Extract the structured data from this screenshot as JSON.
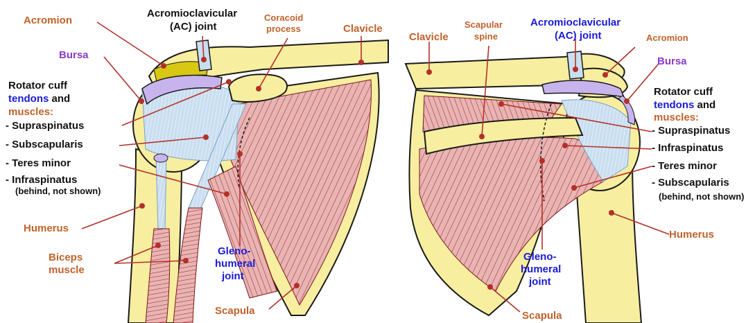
{
  "left_view": {
    "acromion": "Acromion",
    "ac_joint_line1": "Acromioclavicular",
    "ac_joint_line2": "(AC) joint",
    "coracoid_line1": "Coracoid",
    "coracoid_line2": "process",
    "clavicle": "Clavicle",
    "bursa": "Bursa",
    "rotator_line1": "Rotator cuff",
    "rotator_tendons": "tendons",
    "rotator_and": " and",
    "rotator_muscles": "muscles:",
    "supraspinatus": "- Supraspinatus",
    "subscapularis": "- Subscapularis",
    "teres_minor": "- Teres minor",
    "infraspinatus": "- Infraspinatus",
    "infra_note": "(behind, not shown)",
    "humerus": "Humerus",
    "biceps_line1": "Biceps",
    "biceps_line2": "muscle",
    "gleno_line1": "Gleno-",
    "gleno_line2": "humeral",
    "gleno_line3": "joint",
    "scapula": "Scapula"
  },
  "right_view": {
    "clavicle": "Clavicle",
    "spine_line1": "Scapular",
    "spine_line2": "spine",
    "ac_joint_line1": "Acromioclavicular",
    "ac_joint_line2": "(AC) joint",
    "acromion": "Acromion",
    "bursa": "Bursa",
    "rotator_line1": "Rotator cuff",
    "rotator_tendons": "tendons",
    "rotator_and": " and",
    "rotator_muscles": "muscles:",
    "supraspinatus": "- Supraspinatus",
    "infraspinatus": "- Infraspinatus",
    "teres_minor": "- Teres minor",
    "subscapularis": "- Subscapularis",
    "subscap_note": "(behind, not shown)",
    "humerus": "Humerus",
    "gleno_line1": "Gleno-",
    "gleno_line2": "humeral",
    "gleno_line3": "joint",
    "scapula": "Scapula"
  },
  "colors": {
    "bone": "#f7eea0",
    "bone_outline": "#1a1a1a",
    "muscle": "#e8b4b4",
    "muscle_fiber": "#9c1f1f",
    "tendon": "#c9def0",
    "bursa": "#c8b4ec",
    "cartilage": "#d8c814",
    "label_orange": "#c0622a",
    "label_blue": "#1a1ad6",
    "label_purple": "#8b39c6"
  }
}
